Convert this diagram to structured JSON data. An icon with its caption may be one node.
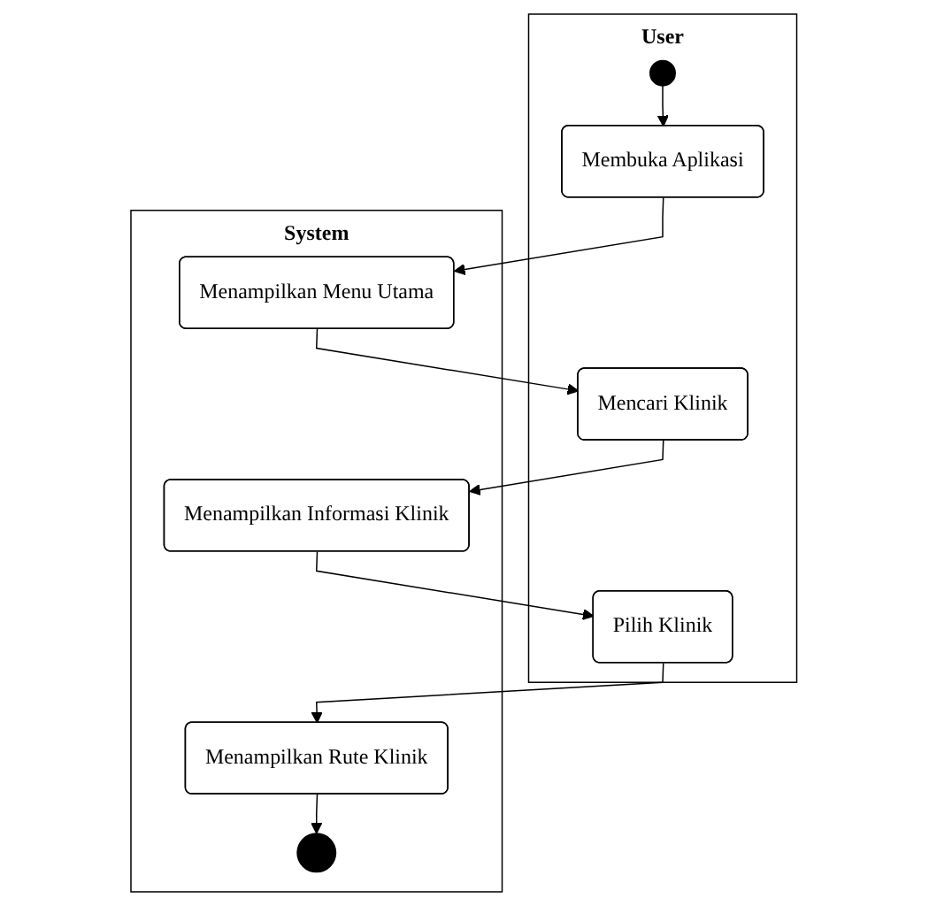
{
  "diagram": {
    "nodes": [
      {
        "text": [
          "User"
        ]
      },
      {
        "text": [
          "System"
        ]
      },
      {
        "text": [],
        "shape": "circle",
        "in": 0
      },
      {
        "text": [
          "Membuka Aplikasi"
        ],
        "in": 0
      },
      {
        "text": [
          "Menampilkan Menu Utama"
        ],
        "in": 1
      },
      {
        "text": [
          "Mencari Klinik"
        ],
        "in": 0
      },
      {
        "text": [
          "Menampilkan Informasi Klinik"
        ],
        "in": 1
      },
      {
        "text": [
          "Pilih Klinik"
        ],
        "in": 0
      },
      {
        "text": [
          "Menampilkan Rute Klinik"
        ],
        "in": 1
      },
      {
        "text": [],
        "shape": "circle",
        "in": 1
      }
    ],
    "edges": [
      {
        "from": 2,
        "to": 3,
        "arrow": "to"
      },
      {
        "from": 3,
        "to": 4,
        "arrow": "to"
      },
      {
        "from": 4,
        "to": 5,
        "arrow": "to"
      },
      {
        "from": 5,
        "to": 6,
        "arrow": "to"
      },
      {
        "from": 6,
        "to": 7,
        "arrow": "to"
      },
      {
        "from": 7,
        "to": 8,
        "arrow": "to"
      },
      {
        "from": 8,
        "to": 9,
        "arrow": "to"
      }
    ]
  }
}
